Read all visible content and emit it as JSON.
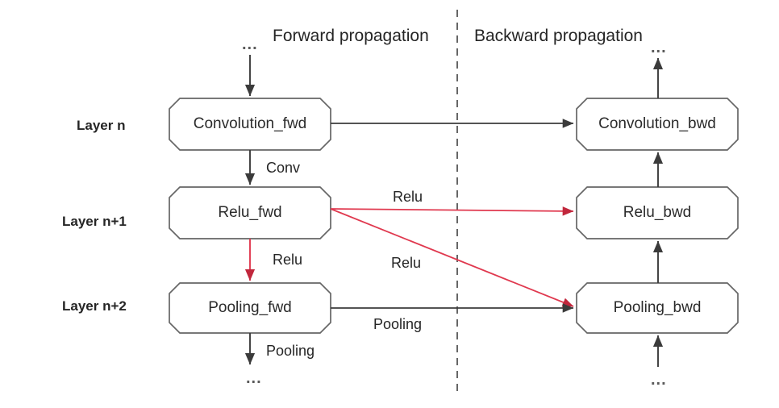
{
  "diagram": {
    "title_forward": "Forward propagation",
    "title_backward": "Backward propagation",
    "ellipsis": "...",
    "colors": {
      "red_edge": "#e0394f",
      "black_edge": "#3b3b3b",
      "box_border": "#666666",
      "text": "#252525",
      "divider": "#555555",
      "background": "#ffffff"
    },
    "layers": [
      {
        "label": "Layer n"
      },
      {
        "label": "Layer n+1"
      },
      {
        "label": "Layer n+2"
      }
    ],
    "nodes": {
      "convolution_fwd": "Convolution_fwd",
      "relu_fwd": "Relu_fwd",
      "pooling_fwd": "Pooling_fwd",
      "convolution_bwd": "Convolution_bwd",
      "relu_bwd": "Relu_bwd",
      "pooling_bwd": "Pooling_bwd"
    },
    "edge_labels": {
      "conv": "Conv",
      "relu_down": "Relu",
      "relu_cross_top": "Relu",
      "relu_cross_diag": "Relu",
      "pooling_down": "Pooling",
      "pooling_cross": "Pooling"
    }
  }
}
